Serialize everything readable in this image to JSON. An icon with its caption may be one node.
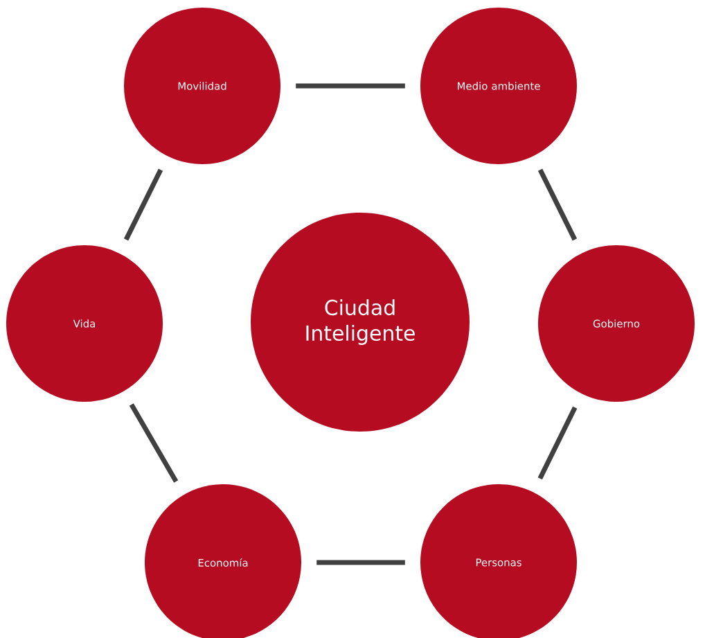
{
  "diagram": {
    "nodes": [
      {
        "text": [
          "Movilidad"
        ]
      },
      {
        "text": [
          "Medio ambiente"
        ]
      },
      {
        "text": [
          "Vida"
        ]
      },
      {
        "text": [
          "Ciudad Inteligente"
        ]
      },
      {
        "text": [
          "Gobierno"
        ]
      },
      {
        "text": [
          "Economía"
        ]
      },
      {
        "text": [
          "Personas"
        ]
      }
    ],
    "edges": [
      {
        "from": 0,
        "to": 1,
        "arrow": "none"
      },
      {
        "from": 1,
        "to": 4,
        "arrow": "none"
      },
      {
        "from": 4,
        "to": 6,
        "arrow": "none"
      },
      {
        "from": 6,
        "to": 5,
        "arrow": "none"
      },
      {
        "from": 5,
        "to": 2,
        "arrow": "none"
      },
      {
        "from": 2,
        "to": 0,
        "arrow": "none"
      }
    ]
  }
}
